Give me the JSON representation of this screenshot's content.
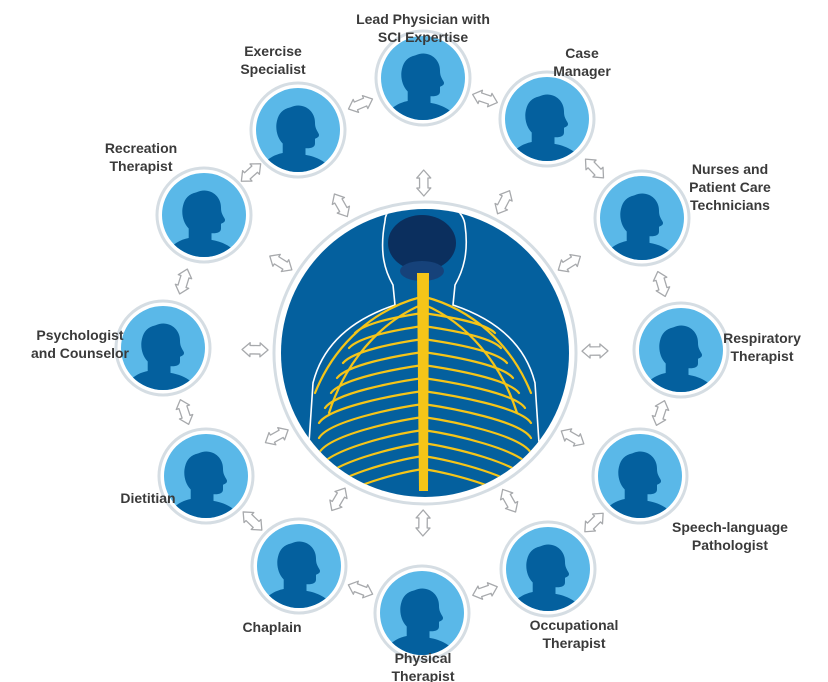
{
  "colors": {
    "dark_blue": "#04609e",
    "light_blue": "#5ab8e8",
    "ring_grey": "#d5dde3",
    "arrow_grey": "#a7a9ac",
    "nerve_yellow": "#f5c518",
    "brain_navy": "#0b2f5e",
    "label_text": "#3a3a3a"
  },
  "center": {
    "name": "patient-spinal-cord",
    "icon": "patient-nervous-system-icon"
  },
  "members": [
    {
      "name": "lead-physician",
      "label": [
        "Lead Physician with",
        "SCI Expertise"
      ],
      "icon": "person-silhouette-icon"
    },
    {
      "name": "case-manager",
      "label": [
        "Case",
        "Manager"
      ],
      "icon": "person-silhouette-icon"
    },
    {
      "name": "nurses",
      "label": [
        "Nurses and",
        "Patient Care",
        "Technicians"
      ],
      "icon": "person-silhouette-icon"
    },
    {
      "name": "respiratory-therapist",
      "label": [
        "Respiratory",
        "Therapist"
      ],
      "icon": "person-silhouette-icon"
    },
    {
      "name": "speech-language-pathologist",
      "label": [
        "Speech-language",
        "Pathologist"
      ],
      "icon": "person-silhouette-icon"
    },
    {
      "name": "occupational-therapist",
      "label": [
        "Occupational",
        "Therapist"
      ],
      "icon": "person-silhouette-icon"
    },
    {
      "name": "physical-therapist",
      "label": [
        "Physical",
        "Therapist"
      ],
      "icon": "person-silhouette-icon"
    },
    {
      "name": "chaplain",
      "label": [
        "Chaplain"
      ],
      "icon": "person-silhouette-icon"
    },
    {
      "name": "dietitian",
      "label": [
        "Dietitian"
      ],
      "icon": "person-silhouette-icon"
    },
    {
      "name": "psychologist-counselor",
      "label": [
        "Psychologist",
        "and Counselor"
      ],
      "icon": "person-silhouette-icon"
    },
    {
      "name": "recreation-therapist",
      "label": [
        "Recreation",
        "Therapist"
      ],
      "icon": "person-silhouette-icon"
    },
    {
      "name": "exercise-specialist",
      "label": [
        "Exercise",
        "Specialist"
      ],
      "icon": "person-silhouette-icon"
    }
  ],
  "connectors": {
    "ring_arrows": "double-arrow-icon",
    "center_arrows": "double-arrow-icon"
  }
}
